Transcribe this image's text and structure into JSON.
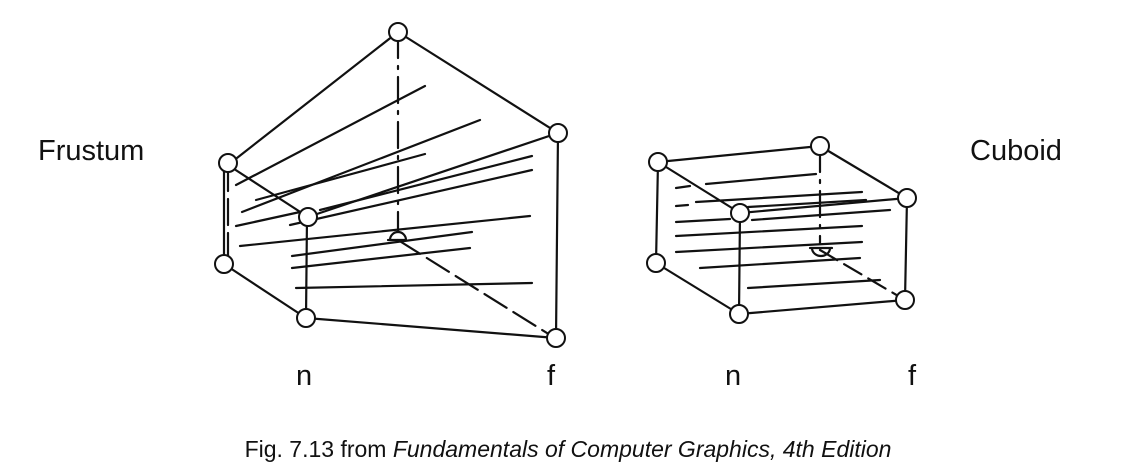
{
  "figure": {
    "frustum_label": "Frustum",
    "cuboid_label": "Cuboid",
    "frustum_near_label": "n",
    "frustum_far_label": "f",
    "cuboid_near_label": "n",
    "cuboid_far_label": "f",
    "caption_prefix": "Fig. 7.13 from ",
    "caption_title": "Fundamentals of Computer Graphics, 4th Edition"
  },
  "colors": {
    "ink": "#111111",
    "background": "#ffffff"
  }
}
